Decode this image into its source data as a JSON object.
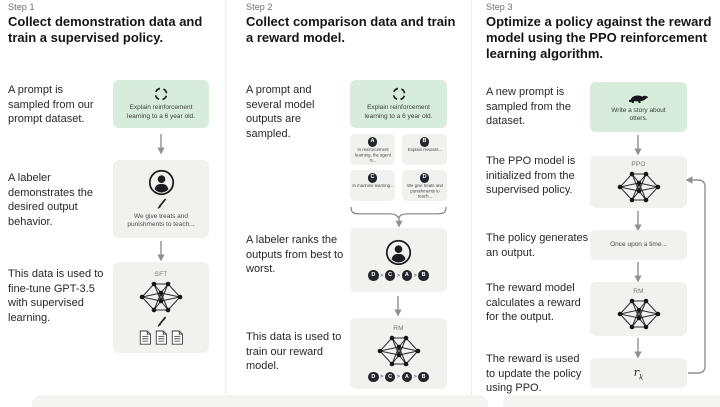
{
  "colors": {
    "prompt_green": "#d8ecdb",
    "box_gray": "#f1f1ef",
    "heading_text": "#141517",
    "muted_text": "#6e6e73",
    "node_dark": "#23262a"
  },
  "rank_separator": ">",
  "steps": [
    {
      "label": "Step 1",
      "title": "Collect demonstration data and train a supervised policy.",
      "captions": {
        "c1": "A prompt is sampled from our prompt dataset.",
        "c2": "A labeler demonstrates the desired output behavior.",
        "c3": "This data is used to fine-tune GPT-3.5 with supervised learning."
      },
      "prompt_box": {
        "icon": "cycle-icon",
        "text": "Explain reinforcement learning to a 6 year old."
      },
      "labeler_box": {
        "icons": [
          "labeler-icon",
          "pencil-icon"
        ],
        "text": "We give treats and punishments to teach..."
      },
      "sft_box": {
        "label": "SFT",
        "icons": [
          "network-icon",
          "pencil-icon",
          "document-icon"
        ]
      }
    },
    {
      "label": "Step 2",
      "title": "Collect comparison data and train a reward model.",
      "captions": {
        "c1": "A prompt and several model outputs are sampled.",
        "c2": "A labeler ranks the outputs from best to worst.",
        "c3": "This data is used to train our reward model."
      },
      "prompt_box": {
        "icon": "cycle-icon",
        "text": "Explain reinforcement learning to a 6 year old."
      },
      "outputs": [
        {
          "letter": "A",
          "text": "In reinforcement learning, the agent is..."
        },
        {
          "letter": "B",
          "text": "Explain rewards..."
        },
        {
          "letter": "C",
          "text": "In machine learning..."
        },
        {
          "letter": "D",
          "text": "We give treats and punishments to teach..."
        }
      ],
      "ranking": [
        "D",
        "C",
        "A",
        "B"
      ],
      "rm_box": {
        "label": "RM",
        "icons": [
          "network-icon"
        ]
      }
    },
    {
      "label": "Step 3",
      "title": "Optimize a policy against the reward model using the PPO reinforcement learning algorithm.",
      "captions": {
        "c1": "A new prompt is sampled from the dataset.",
        "c2": "The PPO model is initialized from the supervised policy.",
        "c3": "The policy generates an output.",
        "c4": "The reward model calculates a reward for the output.",
        "c5": "The reward is used to update the policy using PPO."
      },
      "prompt_box": {
        "icon": "otter-icon",
        "text": "Write a story about otters."
      },
      "ppo_box": {
        "label": "PPO",
        "icons": [
          "network-icon"
        ]
      },
      "output_box": {
        "text": "Once upon a time..."
      },
      "rm_box": {
        "label": "RM",
        "icons": [
          "network-icon"
        ]
      },
      "reward_box": {
        "symbol": "r",
        "subscript": "k"
      }
    }
  ]
}
